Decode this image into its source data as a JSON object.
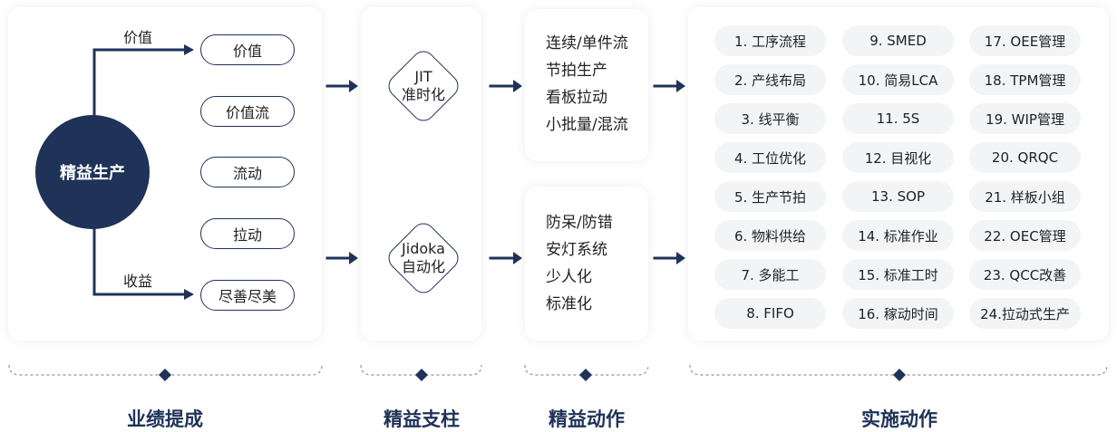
{
  "results": {
    "center": "精益生产",
    "branch_top": "价值",
    "branch_bottom": "收益",
    "items": [
      "价值",
      "价值流",
      "流动",
      "拉动",
      "尽善尽美"
    ]
  },
  "pillars": {
    "jit": {
      "line1": "JIT",
      "line2": "准时化"
    },
    "jidoka": {
      "line1": "Jidoka",
      "line2": "自动化"
    }
  },
  "actions": {
    "top": [
      "连续/单件流",
      "节拍生产",
      "看板拉动",
      "小批量/混流"
    ],
    "bottom": [
      "防呆/防错",
      "安灯系统",
      "少人化",
      "标准化"
    ]
  },
  "implementation": {
    "col1": [
      "1. 工序流程",
      "2. 产线布局",
      "3. 线平衡",
      "4. 工位优化",
      "5. 生产节拍",
      "6. 物料供给",
      "7. 多能工",
      "8. FIFO"
    ],
    "col2": [
      "9. SMED",
      "10. 简易LCA",
      "11. 5S",
      "12. 目视化",
      "13. SOP",
      "14. 标准作业",
      "15. 标准工时",
      "16. 稼动时间"
    ],
    "col3": [
      "17. OEE管理",
      "18. TPM管理",
      "19. WIP管理",
      "20. QRQC",
      "21. 样板小组",
      "22. OEC管理",
      "23. QCC改善",
      "24.拉动式生产"
    ]
  },
  "categories": {
    "results": "业绩提成",
    "pillars": "精益支柱",
    "lean_actions": "精益动作",
    "implementation": "实施动作"
  },
  "colors": {
    "navy": "#1f3258",
    "pill_bg": "#f3f4f6",
    "dashed": "#8a93a8"
  }
}
